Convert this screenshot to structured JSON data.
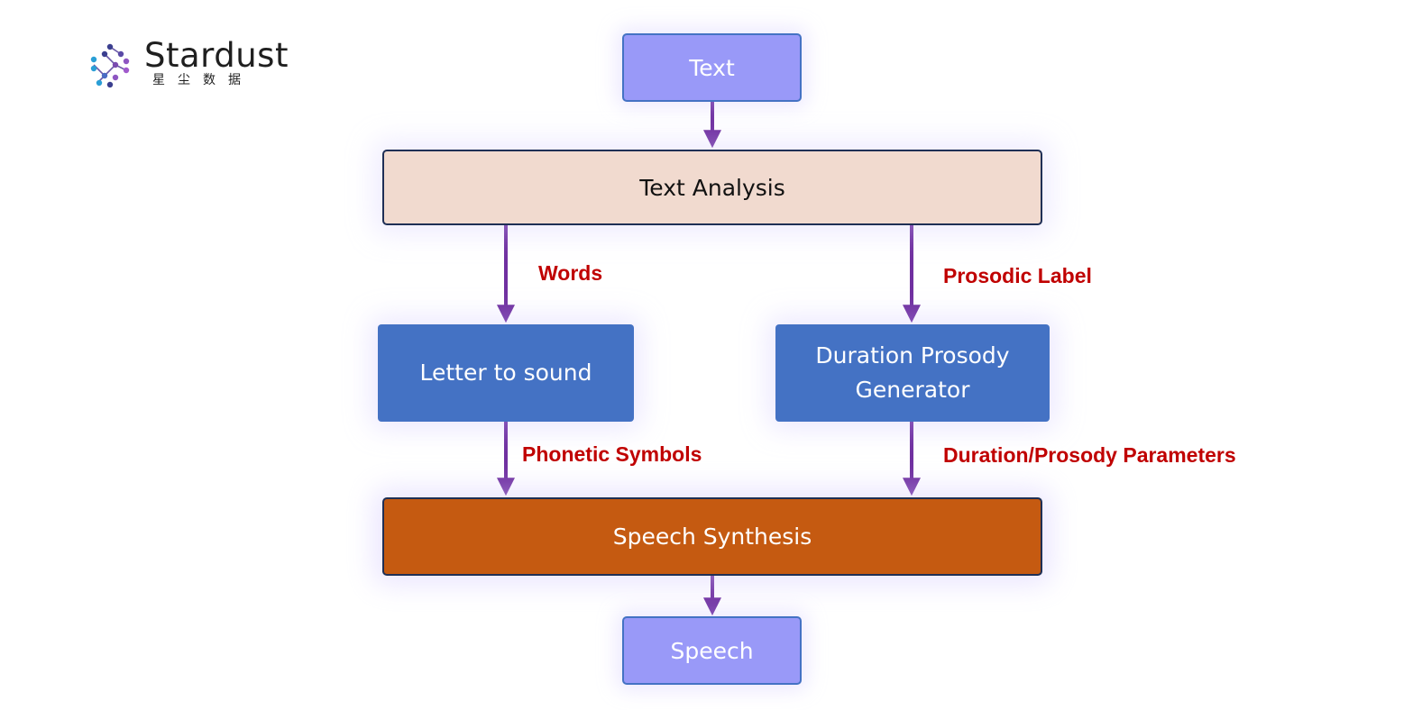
{
  "logo": {
    "name": "Stardust",
    "subtitle": "星尘数据"
  },
  "colors": {
    "io_fill": "#9999f8",
    "io_border": "#4472c4",
    "analysis_fill": "#f1dacf",
    "module_fill": "#4472c4",
    "synthesis_fill": "#c55a11",
    "arrow": "#7030a0",
    "edge_label": "#c00000"
  },
  "nodes": {
    "text": "Text",
    "text_analysis": "Text Analysis",
    "letter_to_sound": "Letter to sound",
    "duration_prosody_line1": "Duration Prosody",
    "duration_prosody_line2": "Generator",
    "speech_synthesis": "Speech Synthesis",
    "speech": "Speech"
  },
  "edges": {
    "words": "Words",
    "prosodic_label": "Prosodic Label",
    "phonetic_symbols": "Phonetic Symbols",
    "duration_prosody_parameters": "Duration/Prosody Parameters"
  }
}
